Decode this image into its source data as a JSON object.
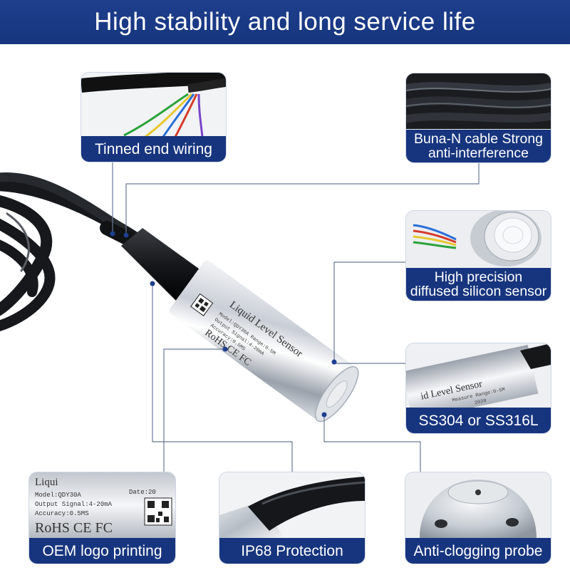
{
  "banner": {
    "title": "High stability and long service life"
  },
  "callouts": {
    "tinned": {
      "label": "Tinned end wiring"
    },
    "cable": {
      "label_line1": "Buna-N cable Strong",
      "label_line2": "anti-interference"
    },
    "sensor": {
      "label_line1": "High precision",
      "label_line2": "diffused silicon sensor"
    },
    "steel": {
      "label": "SS304 or SS316L",
      "engraving1": "id Level Sensor",
      "engraving2": "Measure Range:0-5M",
      "engraving3": "2020"
    },
    "oem": {
      "label": "OEM logo printing",
      "print1": "Liqui",
      "print2": "Model:QDY30A",
      "print3": "Output Signal:4-20mA",
      "print4": "Accuracy:0.5MS",
      "print5": "Date:20",
      "print6": "RoHS CE FC"
    },
    "ip68": {
      "label": "IP68 Protection"
    },
    "probe": {
      "label": "Anti-clogging probe"
    }
  },
  "product": {
    "engraving_title": "Liquid Level Sensor",
    "engraving_marks": "RoHS CE FC",
    "engraving_small1": "Model:QDY30A Range:0-5M",
    "engraving_small2": "Output Signal:4-20mA",
    "engraving_small3": "Accuracy:0.5MS"
  },
  "colors": {
    "banner": "#17357e",
    "label": "#17357e",
    "leader": "#6c7a96",
    "dot": "#1e3f8d"
  }
}
